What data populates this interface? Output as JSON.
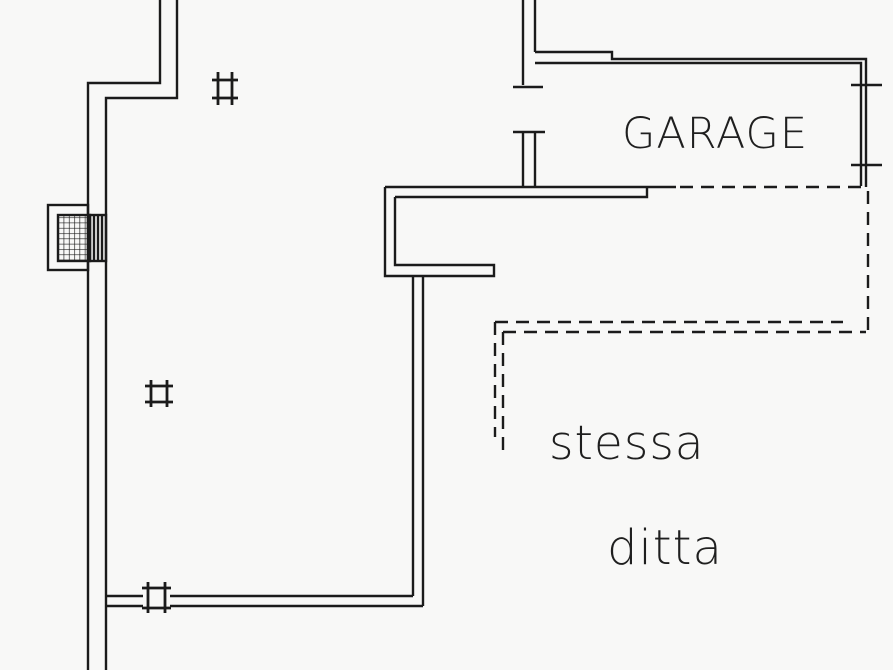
{
  "title": "floor-plan-sketch",
  "background": "#f8f8f7",
  "line_color": "#1b1b1b",
  "labels": {
    "garage": "GARAGE",
    "stessa": "stessa",
    "ditta": "ditta"
  },
  "icons": {
    "door-opening-marker": "⌗",
    "window-hatch-symbol": "cross-hatch-grid",
    "door-jamb-tick": "–"
  }
}
